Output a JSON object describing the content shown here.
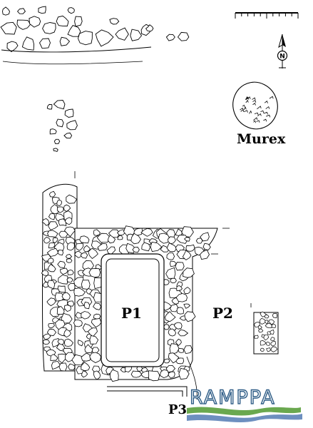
{
  "labels": {
    "p1": "P1",
    "p2": "P2",
    "p3": "P3",
    "murex": "Murex"
  },
  "north_arrow": {
    "letter": "N"
  },
  "logo": {
    "text": "RAMPPA",
    "colors": {
      "outline": "#2e5c86",
      "green": "#6aa84f",
      "blue": "#6d8fbf"
    }
  },
  "colors": {
    "ink": "#000000",
    "paper": "#ffffff"
  }
}
